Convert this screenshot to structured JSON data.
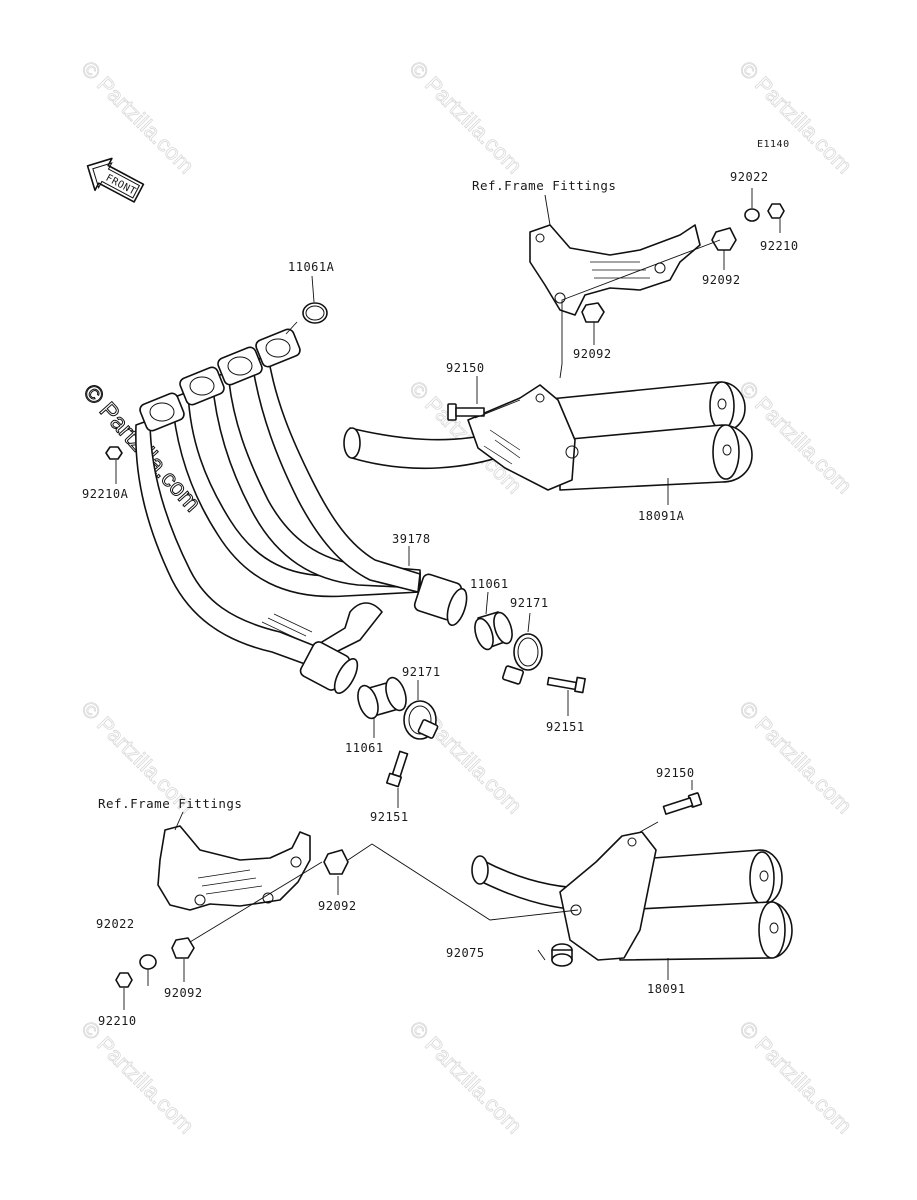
{
  "diagram": {
    "code": "E1140",
    "front_badge": "FRONT",
    "watermark": "© Partzilla.com",
    "refs": {
      "upper": "Ref.Frame Fittings",
      "lower": "Ref.Frame Fittings"
    },
    "labels": {
      "p11061A": "11061A",
      "p92210A": "92210A",
      "p39178": "39178",
      "p11061_upper": "11061",
      "p11061_lower": "11061",
      "p92171_right": "92171",
      "p92171_left": "92171",
      "p92151_right": "92151",
      "p92151_left": "92151",
      "p92150_upper": "92150",
      "p92150_lower": "92150",
      "p18091A": "18091A",
      "p18091": "18091",
      "p92022_upper": "92022",
      "p92210_upper": "92210",
      "p92092_upper_right": "92092",
      "p92092_upper_mid": "92092",
      "p92092_lower_right": "92092",
      "p92092_lower_left": "92092",
      "p92022_lower": "92022",
      "p92210_lower": "92210",
      "p92075": "92075"
    }
  }
}
